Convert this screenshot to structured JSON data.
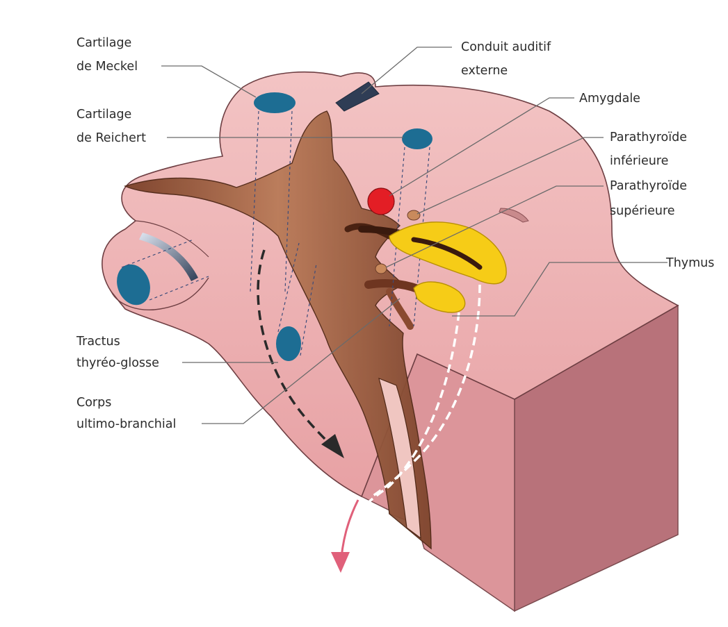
{
  "labels": {
    "meckel_1": "Cartilage",
    "meckel_2": "de Meckel",
    "reichert_1": "Cartilage",
    "reichert_2": "de Reichert",
    "tractus_1": "Tractus",
    "tractus_2": "thyréo-glosse",
    "corps_1": "Corps",
    "corps_2": "ultimo-branchial",
    "conduit_1": "Conduit auditif",
    "conduit_2": "externe",
    "amygdale": "Amygdale",
    "parainf_1": "Parathyroïde",
    "parainf_2": "inférieure",
    "parasup_1": "Parathyroïde",
    "parasup_2": "supérieure",
    "thymus": "Thymus"
  },
  "colors": {
    "tissue": "#e9a3a5",
    "tissue_top": "#f1b8b9",
    "block_right": "#b8727a",
    "block_front": "#dc959a",
    "pharynx": "#9b5b3f",
    "cartilage_blue": "#1d6d93",
    "amygdale_red": "#e31e25",
    "thymus_yellow": "#f6cc17",
    "migration_arrow": "#2a2a2a",
    "thymus_path": "#ffffff",
    "exit_arrow": "#e0607a"
  }
}
